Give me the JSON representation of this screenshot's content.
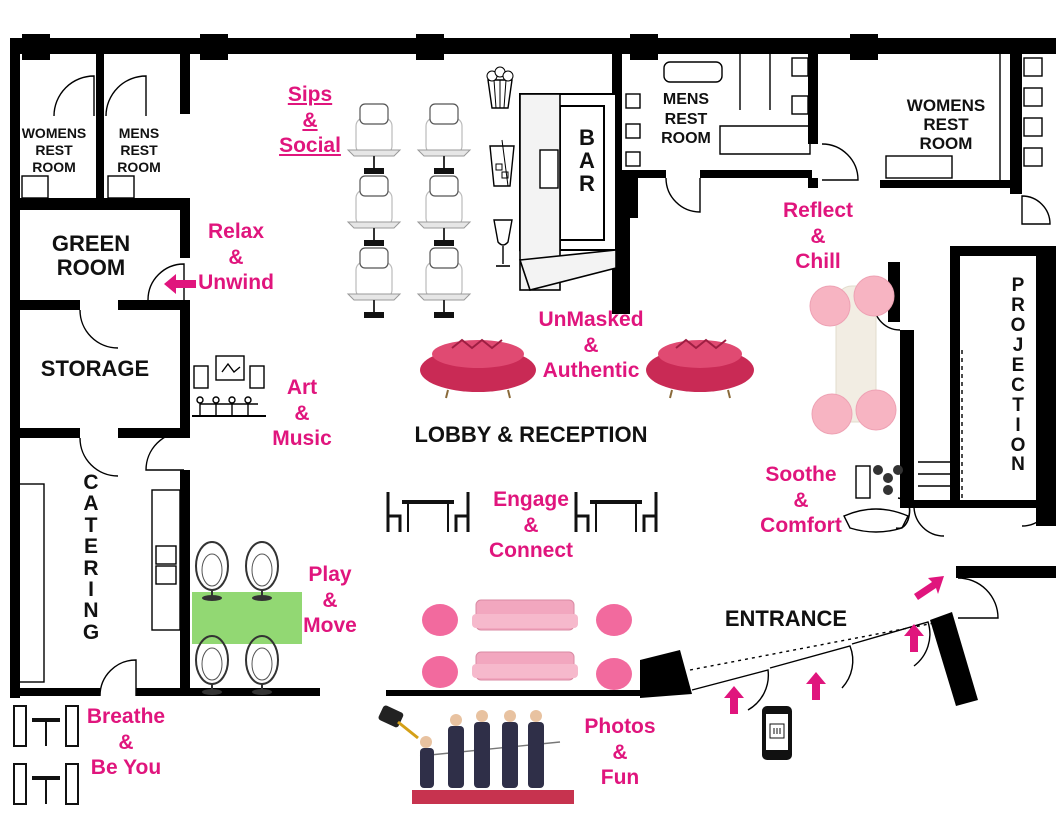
{
  "colors": {
    "accent": "#e0157d",
    "wall": "#000000",
    "sofa": "#d23a66",
    "couch": "#f2a7bf",
    "seat": "#f06ea0",
    "turf": "#6cc24a",
    "stage": "#c7334f"
  },
  "rooms": {
    "womens_restroom_left": [
      "WOMENS",
      "REST",
      "ROOM"
    ],
    "mens_restroom_left": [
      "MENS",
      "REST",
      "ROOM"
    ],
    "green_room": [
      "GREEN",
      "ROOM"
    ],
    "storage": "STORAGE",
    "catering": "CATERING",
    "bar": "BAR",
    "mens_restroom_right": [
      "MENS",
      "REST",
      "ROOM"
    ],
    "womens_restroom_right": [
      "WOMENS",
      "REST",
      "ROOM"
    ],
    "projection": "PROJECTION",
    "lobby": "LOBBY & RECEPTION",
    "entrance": "ENTRANCE"
  },
  "zones": {
    "sips_social": [
      "Sips",
      "&",
      "Social"
    ],
    "relax_unwind": [
      "Relax",
      "&",
      "Unwind"
    ],
    "art_music": [
      "Art",
      "&",
      "Music"
    ],
    "play_move": [
      "Play",
      "&",
      "Move"
    ],
    "breathe_be_you": [
      "Breathe",
      "&",
      "Be You"
    ],
    "unmasked_authentic": [
      "UnMasked",
      "&",
      "Authentic"
    ],
    "engage_connect": [
      "Engage",
      "&",
      "Connect"
    ],
    "reflect_chill": [
      "Reflect",
      "&",
      "Chill"
    ],
    "soothe_comfort": [
      "Soothe",
      "&",
      "Comfort"
    ],
    "photos_fun": [
      "Photos",
      "&",
      "Fun"
    ]
  },
  "icons": [
    "popcorn-icon",
    "drink-icon",
    "wine-glass-icon",
    "phone-scan-icon",
    "spotlight-icon",
    "fidget-spinner-icon",
    "face-mask-icon",
    "ear-icon",
    "arrow-icon"
  ]
}
